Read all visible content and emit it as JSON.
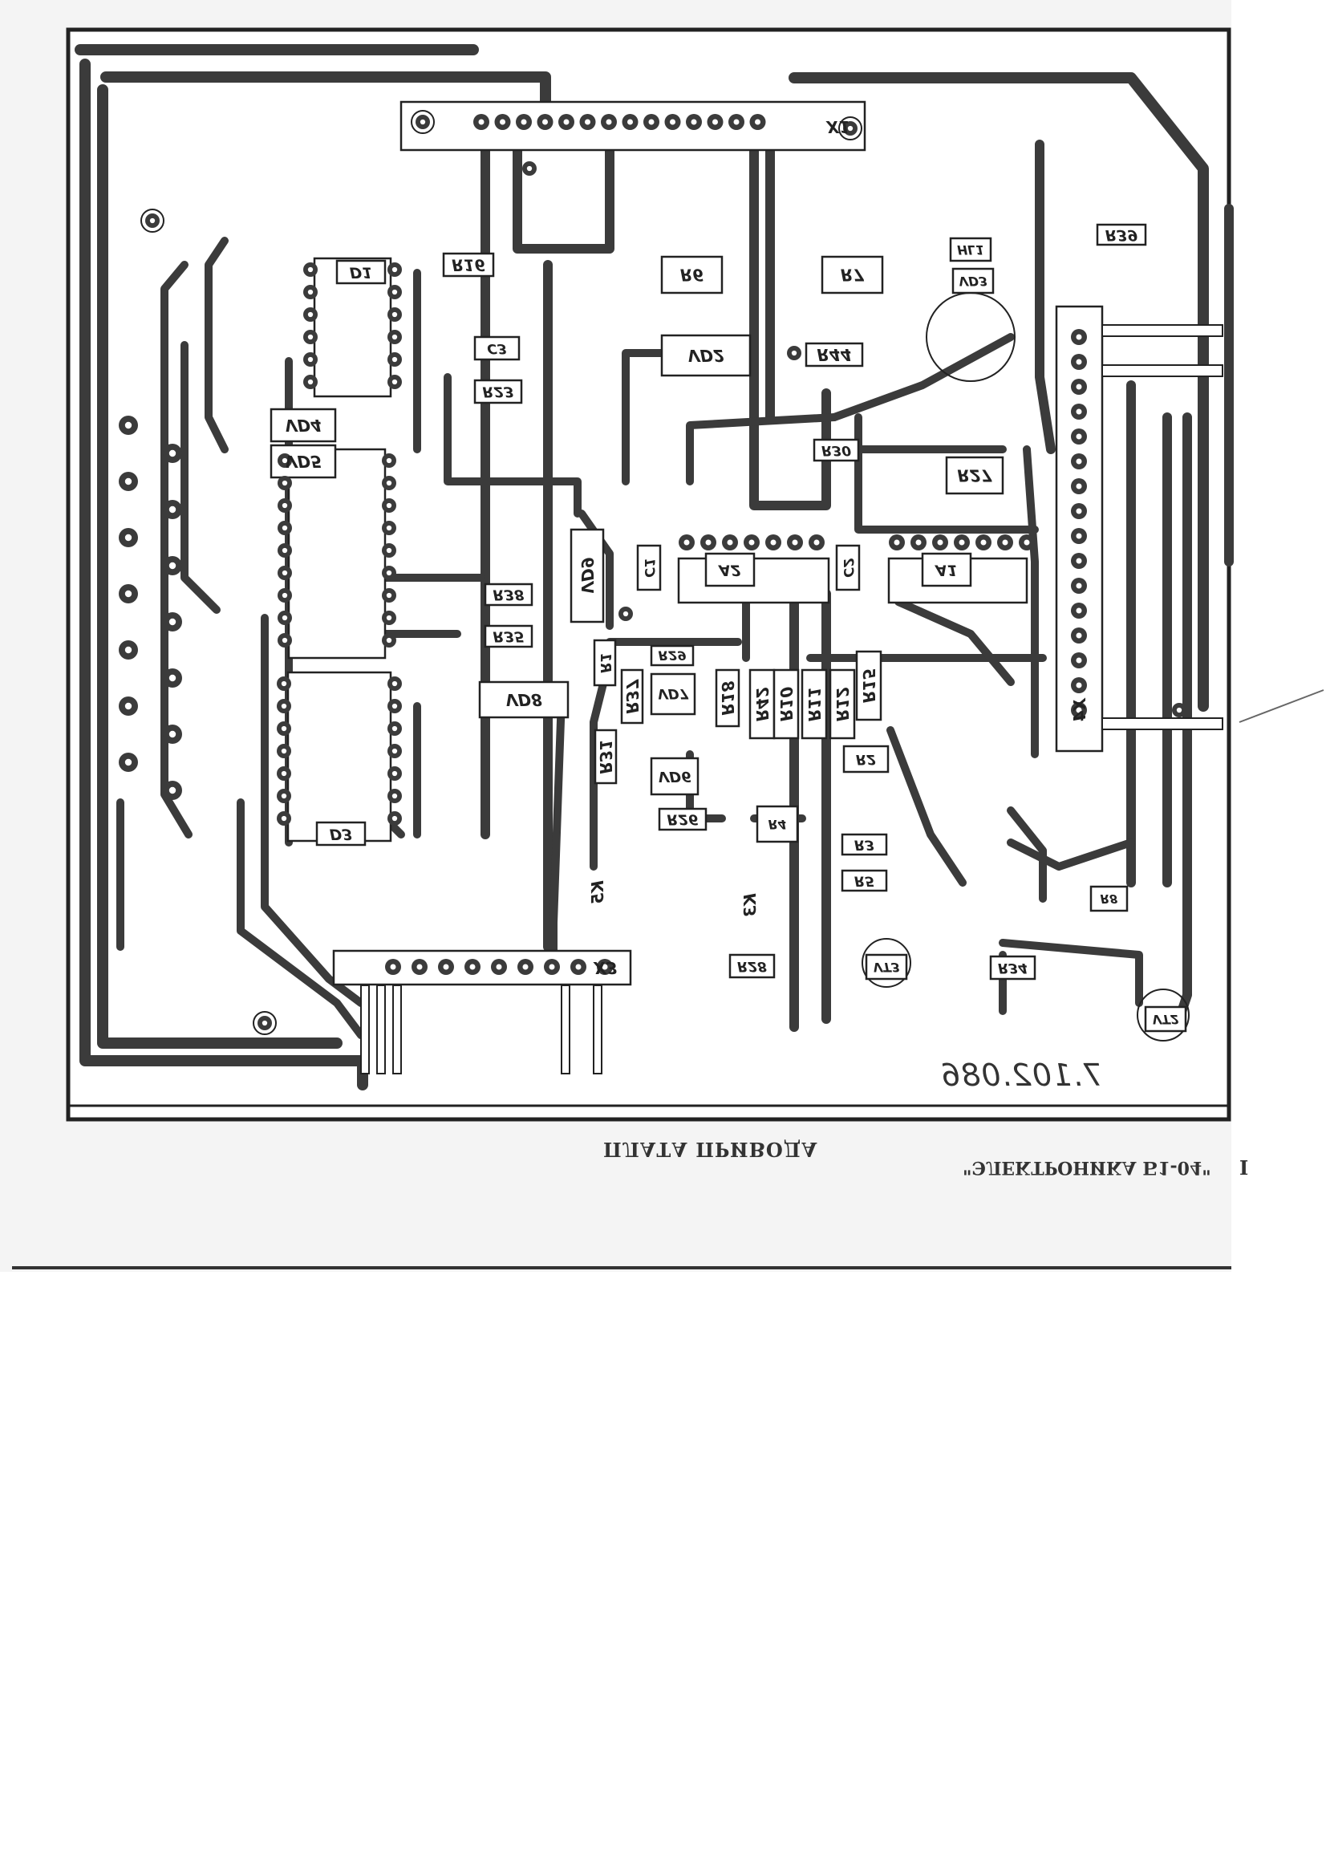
{
  "board": {
    "title": "ПЛАТА ПРИВОДА",
    "product": "\"ЭЛЕКТРОНИКА Б1-04\"",
    "sheet_mark": "I",
    "drawing_number": "7.102.086"
  },
  "connectors": [
    "X1",
    "X3",
    "X4"
  ],
  "contacts": [
    "K3",
    "K5"
  ],
  "components": [
    "D1",
    "R16",
    "C3",
    "R23",
    "VD2",
    "R6",
    "R7",
    "R44",
    "VD3",
    "HL1",
    "R39",
    "R30",
    "R27",
    "VD4",
    "VD5",
    "A2",
    "A1",
    "C1",
    "C2",
    "R38",
    "R35",
    "VD9",
    "VD8",
    "R1",
    "R29",
    "R37",
    "VD7",
    "R31",
    "VD6",
    "R26",
    "R18",
    "R42",
    "R10",
    "R11",
    "R12",
    "R15",
    "R2",
    "R4",
    "R3",
    "R5",
    "R8",
    "D3",
    "R28",
    "VT3",
    "R34",
    "VT2"
  ]
}
